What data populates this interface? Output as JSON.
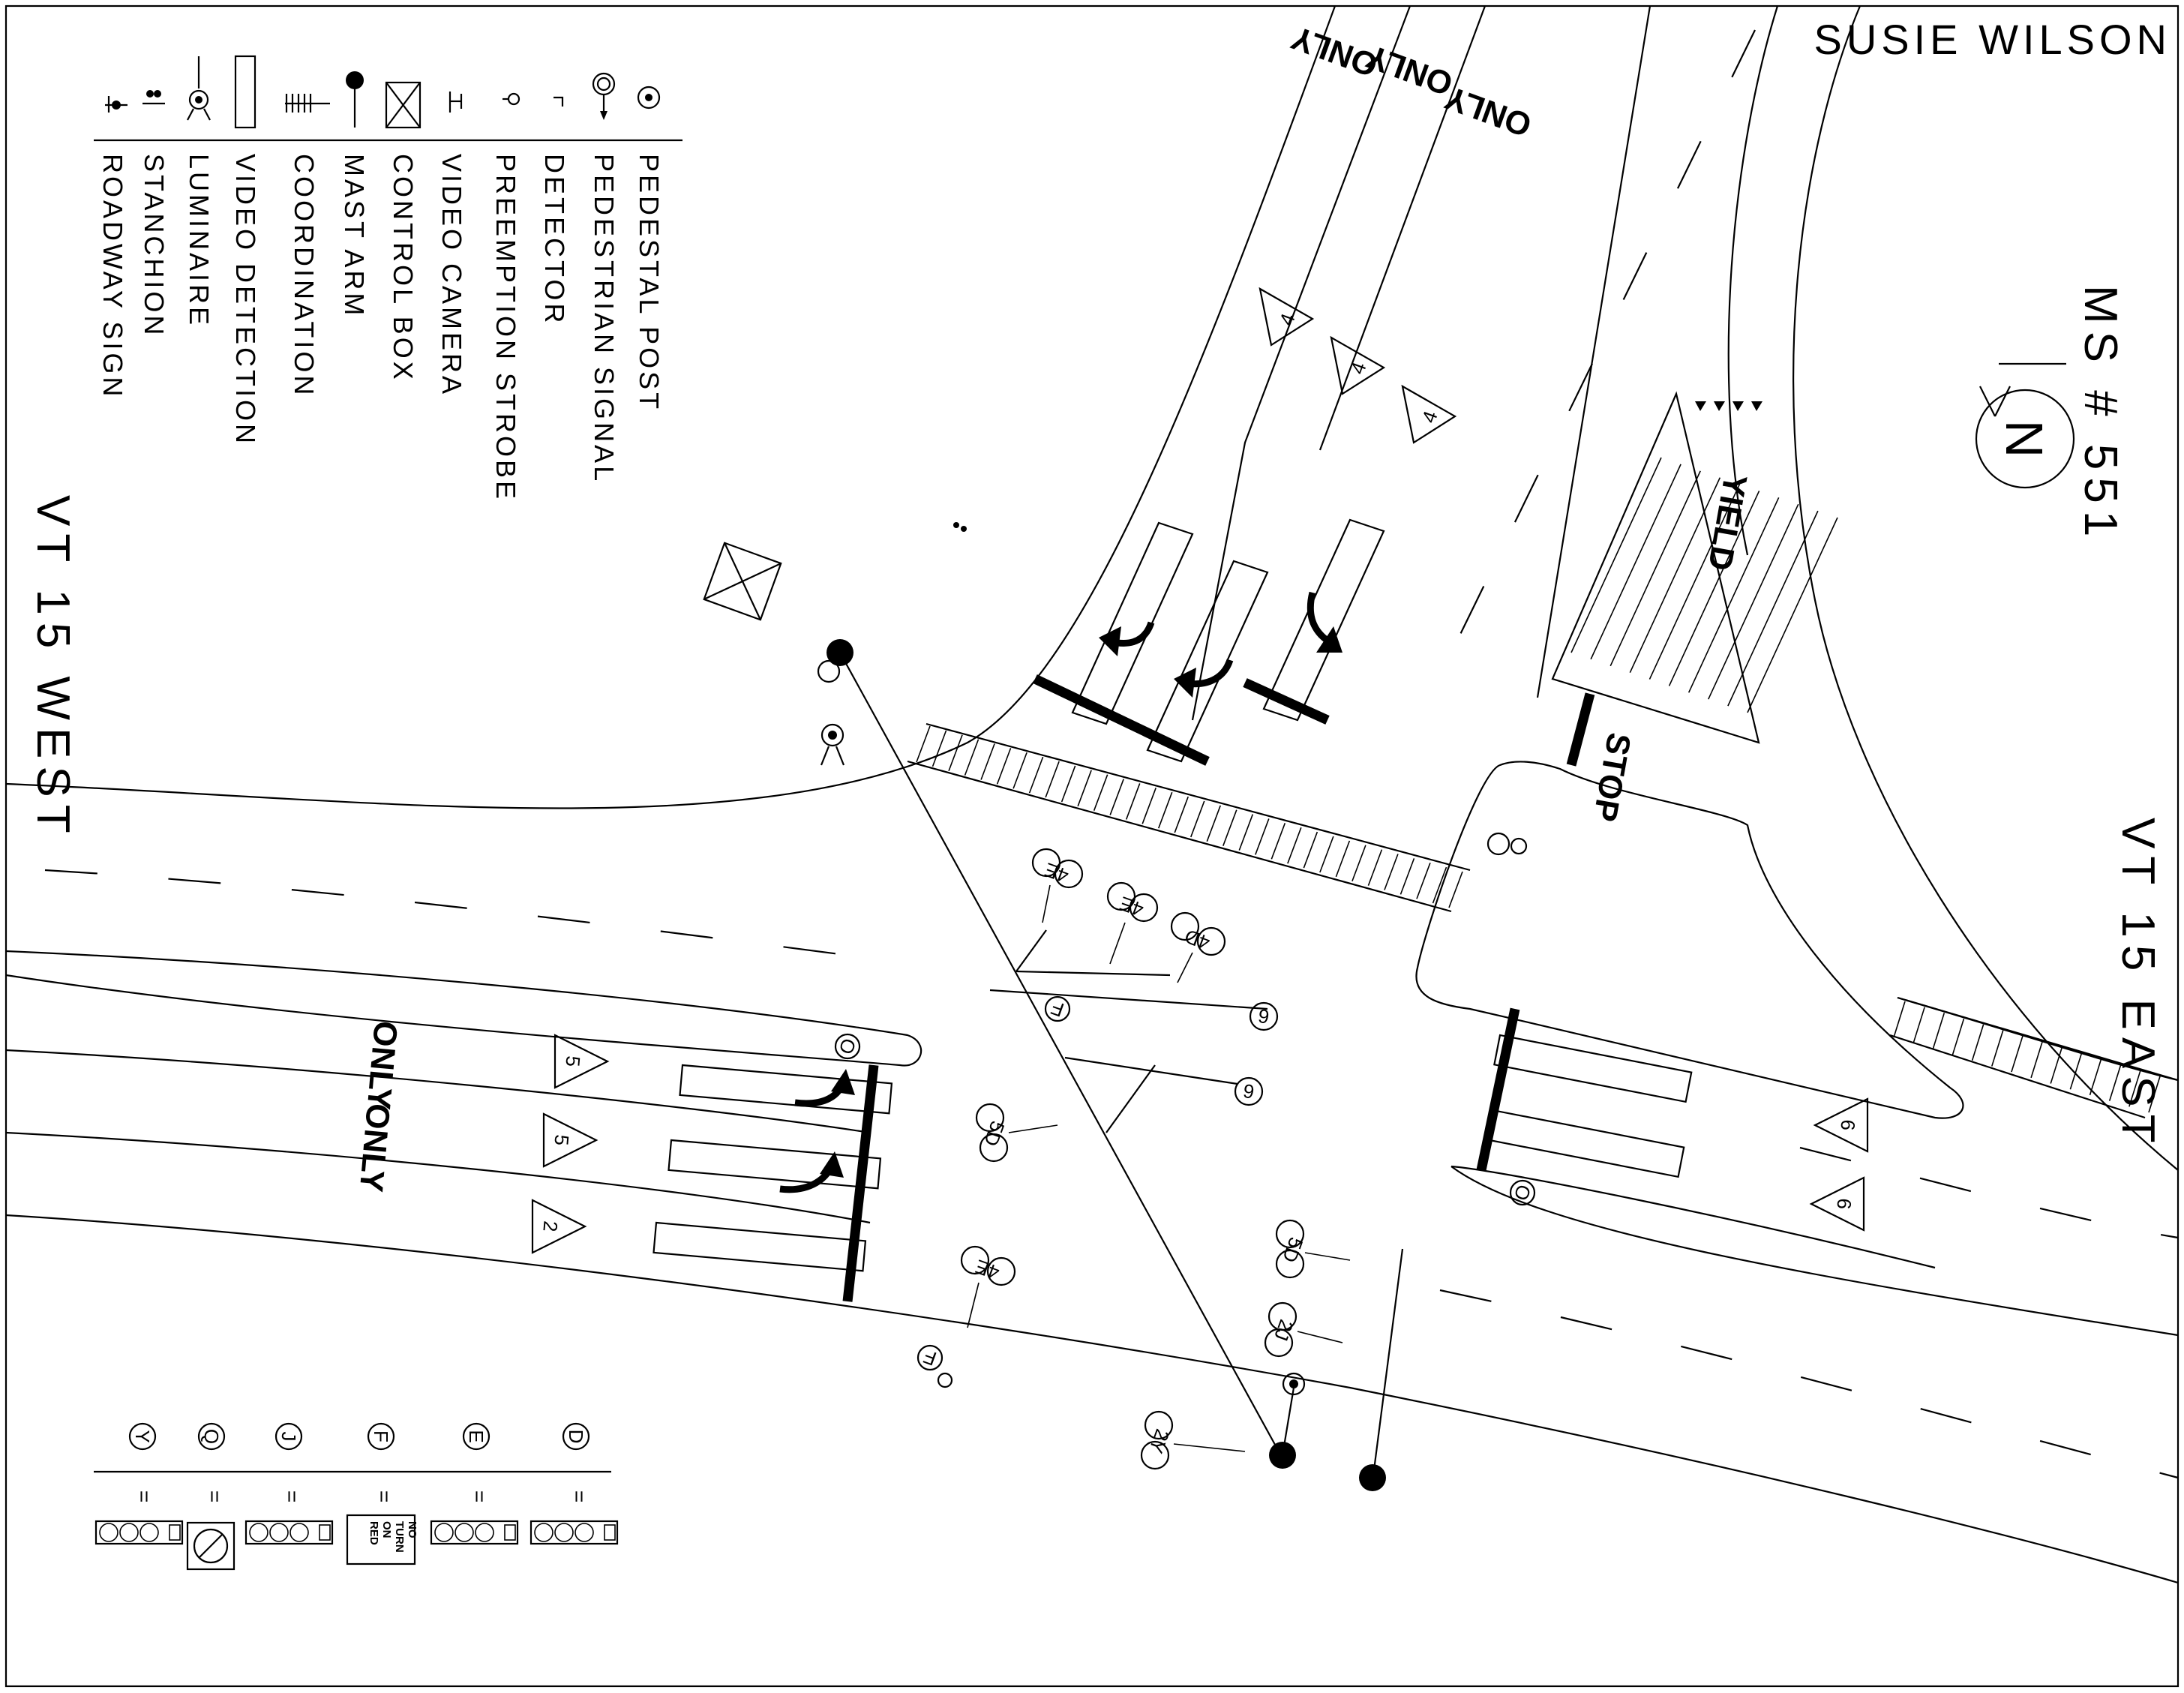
{
  "title": "SUSIE WILSON",
  "sheet_label": "MS # 551",
  "north_letter": "N",
  "roads": {
    "west": "VT 15 WEST",
    "east": "VT 15 EAST"
  },
  "legend": [
    {
      "symbol": "pedestal-post",
      "label": "PEDESTAL POST"
    },
    {
      "symbol": "pedestrian-signal",
      "label": "PEDESTRIAN SIGNAL"
    },
    {
      "symbol": "detector",
      "label": "DETECTOR"
    },
    {
      "symbol": "preemption-strobe",
      "label": "PREEMPTION STROBE"
    },
    {
      "symbol": "video-camera",
      "label": "VIDEO CAMERA"
    },
    {
      "symbol": "control-box",
      "label": "CONTROL BOX"
    },
    {
      "symbol": "mast-arm",
      "label": "MAST ARM"
    },
    {
      "symbol": "coordination",
      "label": "COORDINATION"
    },
    {
      "symbol": "video-detection",
      "label": "VIDEO DETECTION"
    },
    {
      "symbol": "luminaire",
      "label": "LUMINAIRE"
    },
    {
      "symbol": "stanchion",
      "label": "STANCHION"
    },
    {
      "symbol": "roadway-sign",
      "label": "ROADWAY SIGN"
    }
  ],
  "pavement_words": {
    "only": "ONLY",
    "yield": "YIELD",
    "stop": "STOP"
  },
  "phase_triangles": [
    "4",
    "4",
    "4",
    "5",
    "5",
    "2",
    "6",
    "6"
  ],
  "signal_heads": [
    "4E",
    "4E",
    "4D",
    "6",
    "6",
    "F",
    "5D",
    "4E",
    "F",
    "5D",
    "2J",
    "2Y",
    "O",
    "O"
  ],
  "head_key": {
    "letters": [
      "Y",
      "Q",
      "J",
      "F",
      "E",
      "D"
    ],
    "equals": "=",
    "no_turn_on_red": [
      "NO",
      "TURN",
      "ON",
      "RED"
    ]
  }
}
